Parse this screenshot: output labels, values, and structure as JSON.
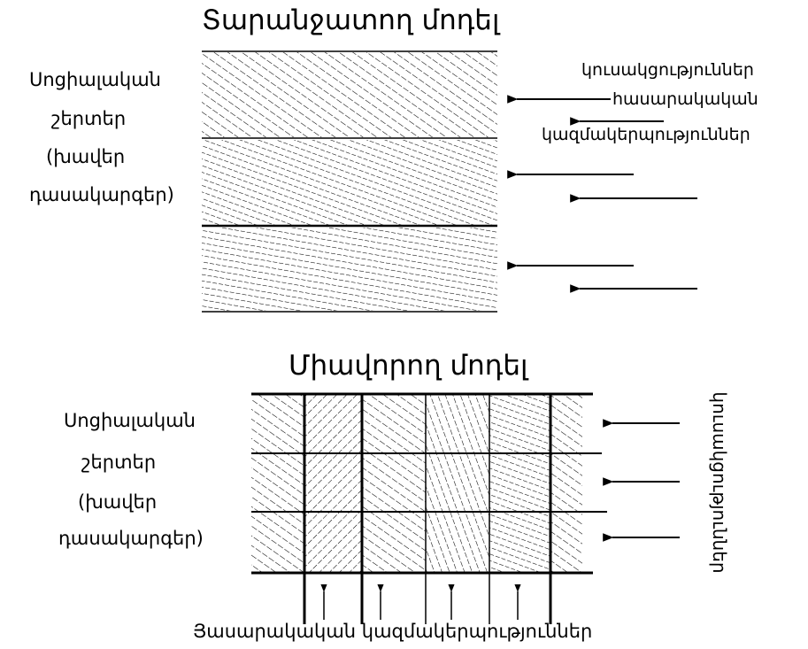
{
  "top_model": {
    "title": "Տարանջատող մոդել",
    "left_label_lines": [
      "Սոցիալական",
      "շերտեր",
      "(խավեր",
      "դասակարգեր)"
    ],
    "right_label_lines": [
      "կուսակցություններ",
      "հասարակական",
      "կազմակերպություններ"
    ],
    "layers": 3
  },
  "bottom_model": {
    "title": "Միավորող մոդել",
    "left_label_lines": [
      "Սոցիալական",
      "շերտեր",
      "(խավեր",
      "դասակարգեր)"
    ],
    "vertical_label": "կուսակցություններ",
    "bottom_label": "Յասարակական կազմակերպություններ",
    "rows": 3,
    "columns": 6
  },
  "colors": {
    "line": "#000000",
    "background": "#ffffff"
  }
}
